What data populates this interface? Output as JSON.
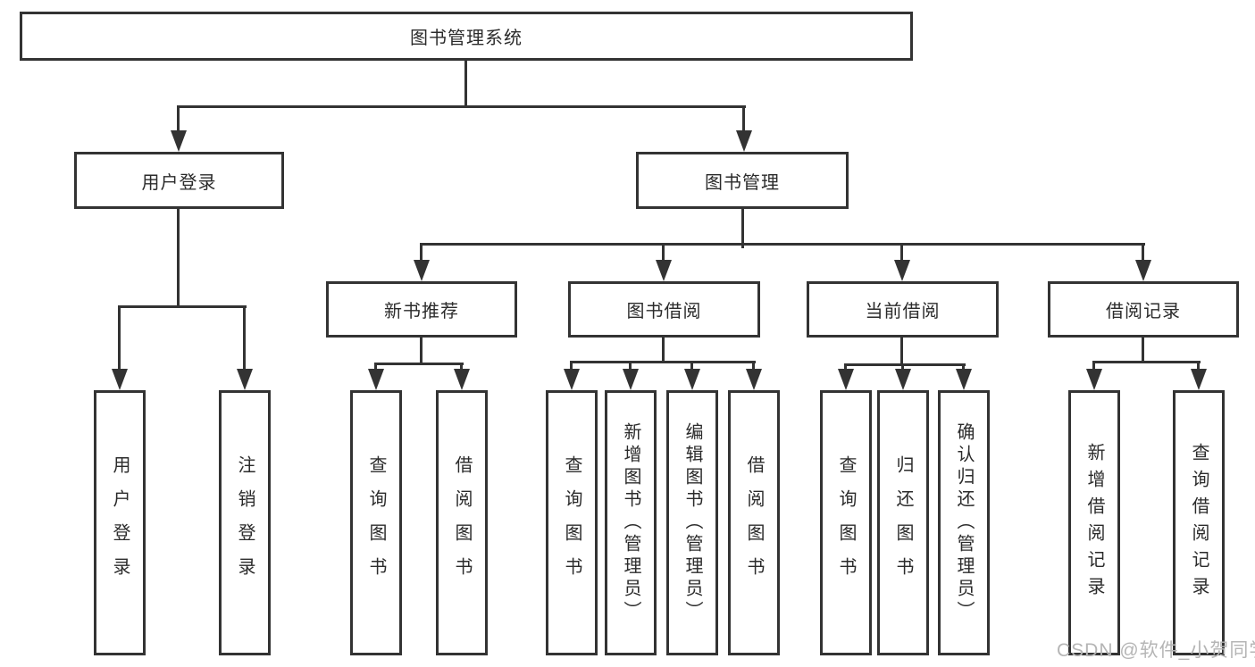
{
  "tree": {
    "root": {
      "label": "图书管理系统"
    },
    "branches": [
      {
        "label": "用户登录",
        "children": [
          {
            "label": "用户登录"
          },
          {
            "label": "注销登录"
          }
        ]
      },
      {
        "label": "图书管理",
        "children": [
          {
            "label": "新书推荐",
            "children": [
              {
                "label": "查询图书"
              },
              {
                "label": "借阅图书"
              }
            ]
          },
          {
            "label": "图书借阅",
            "children": [
              {
                "label": "查询图书"
              },
              {
                "label": "新增图书（管理员）"
              },
              {
                "label": "编辑图书（管理员）"
              },
              {
                "label": "借阅图书"
              }
            ]
          },
          {
            "label": "当前借阅",
            "children": [
              {
                "label": "查询图书"
              },
              {
                "label": "归还图书"
              },
              {
                "label": "确认归还（管理员）"
              }
            ]
          },
          {
            "label": "借阅记录",
            "children": [
              {
                "label": "新增借阅记录"
              },
              {
                "label": "查询借阅记录"
              }
            ]
          }
        ]
      }
    ]
  },
  "watermark": "CSDN @软件_小贺同学",
  "colors": {
    "line": "#333333",
    "text": "#2b2b2b",
    "watermark": "#b5b5b5",
    "background": "#ffffff"
  }
}
